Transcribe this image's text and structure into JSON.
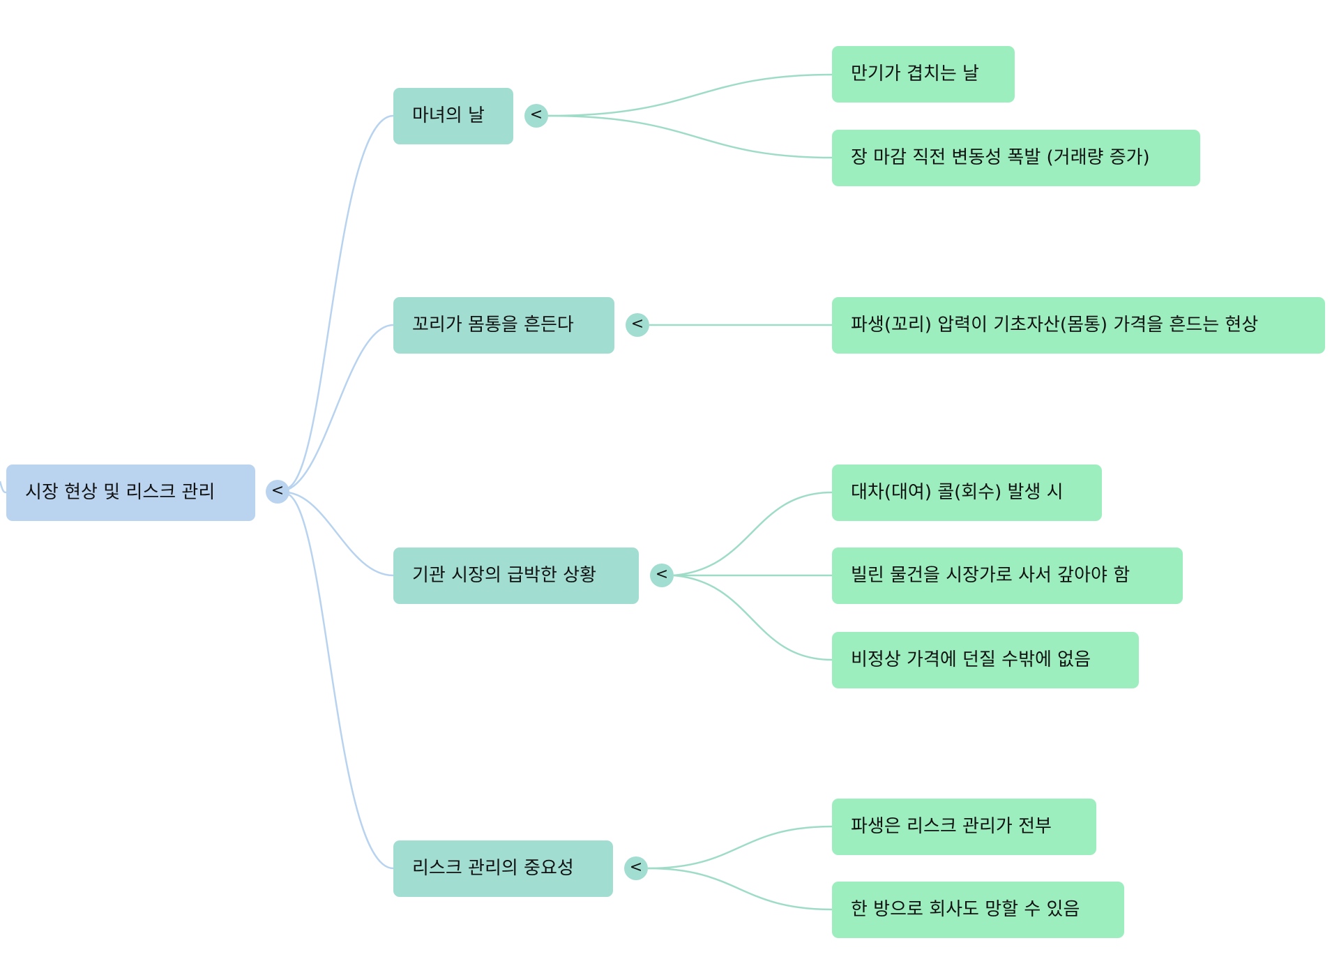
{
  "root": {
    "label": "시장 현상 및 리스크 관리",
    "toggle": "<"
  },
  "branches": [
    {
      "label": "마녀의 날",
      "toggle": "<",
      "children": [
        "만기가 겹치는 날",
        "장 마감 직전 변동성 폭발 (거래량 증가)"
      ]
    },
    {
      "label": "꼬리가 몸통을 흔든다",
      "toggle": "<",
      "children": [
        "파생(꼬리) 압력이 기초자산(몸통) 가격을 흔드는 현상"
      ]
    },
    {
      "label": "기관 시장의 급박한 상황",
      "toggle": "<",
      "children": [
        "대차(대여) 콜(회수) 발생 시",
        "빌린 물건을 시장가로 사서 갚아야 함",
        "비정상 가격에 던질 수밖에 없음"
      ]
    },
    {
      "label": "리스크 관리의 중요성",
      "toggle": "<",
      "children": [
        "파생은 리스크 관리가 전부",
        "한 방으로 회사도 망할 수 있음"
      ]
    }
  ],
  "colors": {
    "root": "#bad4f0",
    "branch": "#a2ddd1",
    "leaf": "#9deebf",
    "root_edge": "#b8d3ef",
    "branch_edge": "#9edcc8"
  }
}
